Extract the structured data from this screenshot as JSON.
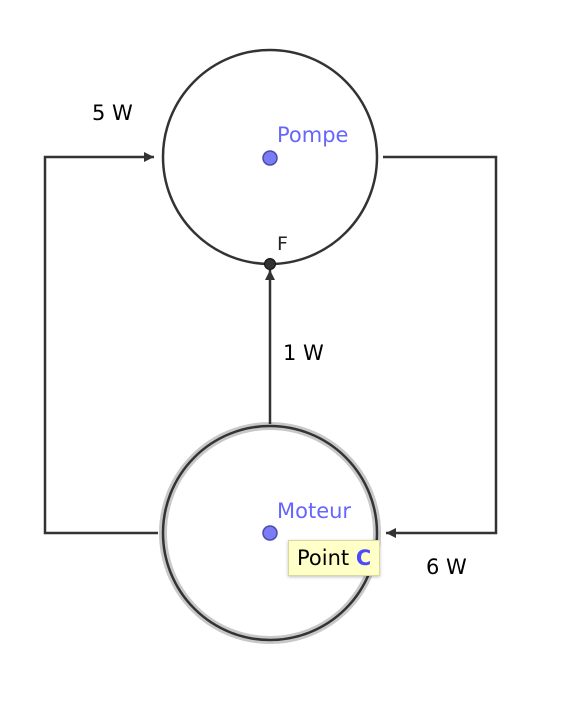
{
  "colors": {
    "stroke": "#333333",
    "point_fill": "#7b7bf4",
    "point_stroke": "#4a4ab0",
    "label_accent": "#6666ff",
    "text": "#000000",
    "selection_halo": "#c8c8c8",
    "tooltip_bg": "#ffffc8"
  },
  "nodes": {
    "pump": {
      "label": "Pompe"
    },
    "motor": {
      "label": "Moteur"
    },
    "point_f": {
      "label": "F"
    }
  },
  "edges": {
    "left_loop": {
      "label": "5 W"
    },
    "center_link": {
      "label": "1 W"
    },
    "right_loop": {
      "label": "6 W"
    }
  },
  "tooltip": {
    "prefix": "Point",
    "name": "C"
  }
}
